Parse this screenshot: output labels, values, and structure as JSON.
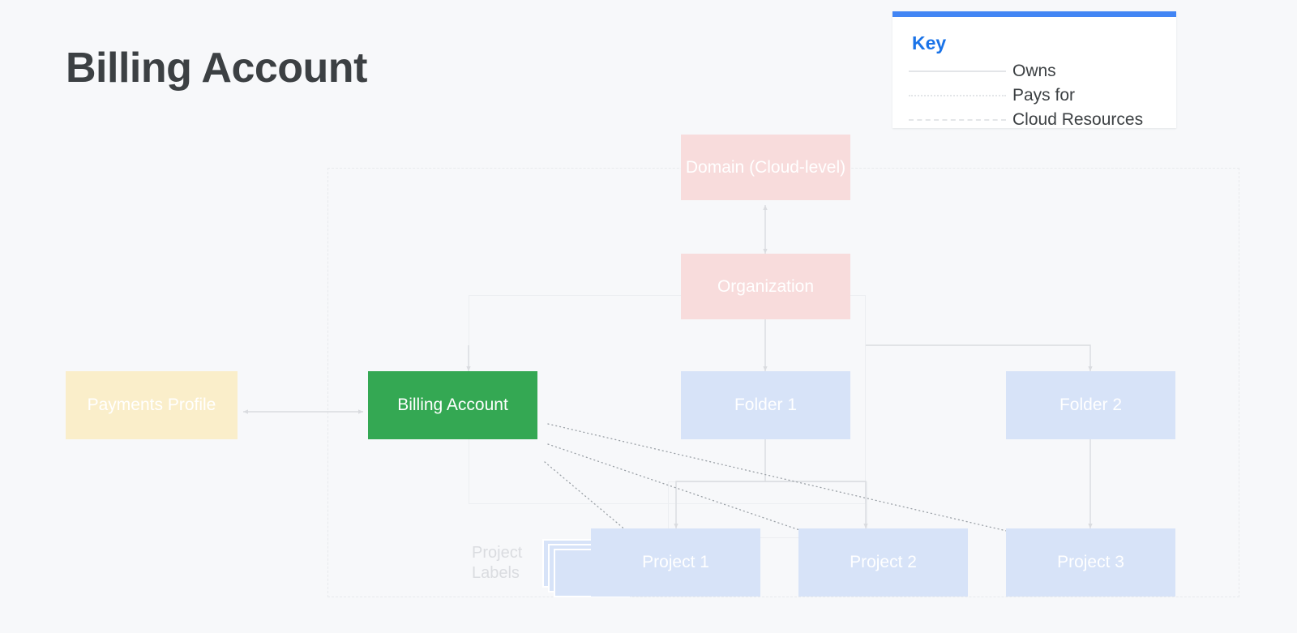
{
  "page": {
    "title": "Billing Account",
    "background_color": "#f7f8fa"
  },
  "key": {
    "title": "Key",
    "accent_color": "#4285f4",
    "title_color": "#1a73e8",
    "items": [
      {
        "label": "Owns",
        "line_style": "solid"
      },
      {
        "label": "Pays for",
        "line_style": "dotted"
      },
      {
        "label": "Cloud Resources",
        "line_style": "dashed"
      }
    ]
  },
  "diagram": {
    "nodes": [
      {
        "id": "domain",
        "label": "Domain (Cloud-level)",
        "color": "#f8dcdc",
        "text_color": "#ffffff"
      },
      {
        "id": "organization",
        "label": "Organization",
        "color": "#f8dcdc",
        "text_color": "#ffffff"
      },
      {
        "id": "billing_account",
        "label": "Billing Account",
        "color": "#34a853",
        "text_color": "#ffffff"
      },
      {
        "id": "payments_profile",
        "label": "Payments Profile",
        "color": "#faeeca",
        "text_color": "#ffffff"
      },
      {
        "id": "folder_1",
        "label": "Folder 1",
        "color": "#d7e3f8",
        "text_color": "#ffffff"
      },
      {
        "id": "folder_2",
        "label": "Folder 2",
        "color": "#d7e3f8",
        "text_color": "#ffffff"
      },
      {
        "id": "project_1",
        "label": "Project 1",
        "color": "#d7e3f8",
        "text_color": "#ffffff"
      },
      {
        "id": "project_2",
        "label": "Project 2",
        "color": "#d7e3f8",
        "text_color": "#ffffff"
      },
      {
        "id": "project_3",
        "label": "Project 3",
        "color": "#d7e3f8",
        "text_color": "#ffffff"
      }
    ],
    "project_labels_caption": "Project\nLabels",
    "project_labels_caption_line1": "Project",
    "project_labels_caption_line2": "Labels",
    "edges": [
      {
        "from": "organization",
        "to": "domain",
        "style": "solid",
        "relation": "Owns"
      },
      {
        "from": "organization",
        "to": "folder_1",
        "style": "solid",
        "relation": "Owns"
      },
      {
        "from": "organization",
        "to": "folder_2",
        "style": "solid",
        "relation": "Owns"
      },
      {
        "from": "organization",
        "to": "billing_account",
        "style": "solid",
        "relation": "Owns"
      },
      {
        "from": "payments_profile",
        "to": "billing_account",
        "style": "solid",
        "relation": "Owns"
      },
      {
        "from": "folder_1",
        "to": "project_1",
        "style": "solid",
        "relation": "Owns"
      },
      {
        "from": "folder_1",
        "to": "project_2",
        "style": "solid",
        "relation": "Owns"
      },
      {
        "from": "folder_2",
        "to": "project_3",
        "style": "solid",
        "relation": "Owns"
      },
      {
        "from": "billing_account",
        "to": "project_1",
        "style": "dotted",
        "relation": "Pays for"
      },
      {
        "from": "billing_account",
        "to": "project_2",
        "style": "dotted",
        "relation": "Pays for"
      },
      {
        "from": "billing_account",
        "to": "project_3",
        "style": "dotted",
        "relation": "Pays for"
      }
    ]
  }
}
